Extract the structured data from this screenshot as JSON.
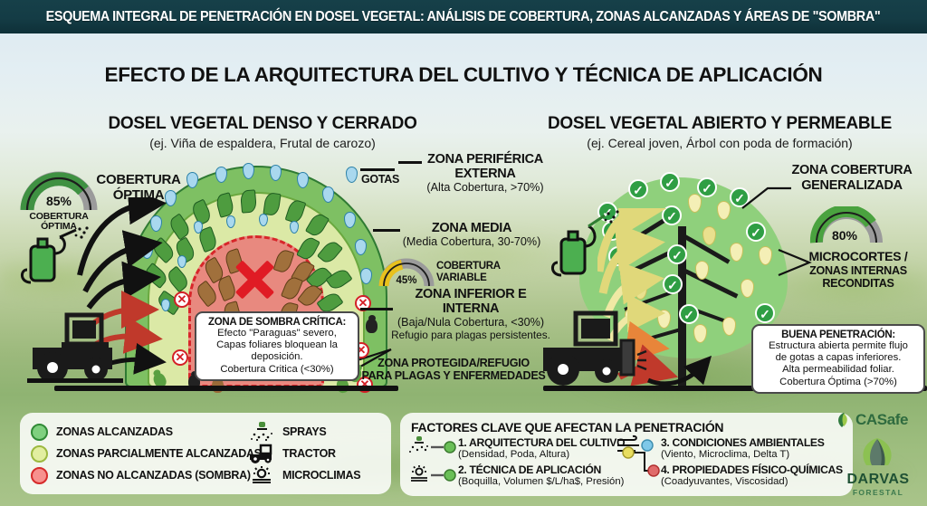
{
  "header": {
    "title": "ESQUEMA INTEGRAL DE PENETRACIÓN EN DOSEL VEGETAL: ANÁLISIS DE COBERTURA, ZONAS ALCANZADAS Y ÁREAS DE \"SOMBRA\""
  },
  "main_title": "EFECTO DE LA ARQUITECTURA DEL CULTIVO Y TÉCNICA DE APLICACIÓN",
  "left_panel": {
    "title": "DOSEL VEGETAL DENSO Y CERRADO",
    "subtitle": "(ej. Viña de espaldera, Frutal de carozo)",
    "coverage_label": "COBERTURA ÓPTIMA",
    "gauge": {
      "value": "85%",
      "caption_line1": "COBERTURA",
      "caption_line2": "ÓPTIMA",
      "percent": 85,
      "color": "#3f9142"
    },
    "drops_label": "GOTAS",
    "zones": [
      {
        "name": "ZONA PERIFÉRICA EXTERNA",
        "detail": "(Alta Cobertura, >70%)"
      },
      {
        "name": "ZONA MEDIA",
        "detail": "(Media Cobertura, 30-70%)"
      },
      {
        "name": "ZONA INFERIOR E INTERNA",
        "detail": "(Baja/Nula Cobertura, <30%)",
        "detail2": "Refugio para plagas persistentes."
      }
    ],
    "variable_gauge": {
      "value": "45%",
      "caption_line1": "COBERTURA",
      "caption_line2": "VARIABLE",
      "percent": 45,
      "color": "#e8c11c"
    },
    "shade_callout": {
      "title": "ZONA DE SOMBRA CRÍTICA:",
      "lines": [
        "Efecto \"Paraguas\" severo,",
        "Capas foliares bloquean la",
        "deposición.",
        "Cobertura Critica (<30%)"
      ]
    },
    "refuge_label_line1": "ZONA PROTEGIDA/REFUGIO",
    "refuge_label_line2": "PARA PLAGAS Y ENFERMEDADES"
  },
  "right_panel": {
    "title": "DOSEL VEGETAL ABIERTO Y PERMEABLE",
    "subtitle": "(ej. Cereal joven, Árbol con poda de formación)",
    "coverage_label_line1": "ZONA COBERTURA",
    "coverage_label_line2": "GENERALIZADA",
    "gauge": {
      "value": "80%",
      "percent": 80,
      "color": "#4aa23f"
    },
    "micro_label_line1": "MICROCORTES /",
    "micro_label_line2": "ZONAS INTERNAS",
    "micro_label_line3": "RECONDITAS",
    "penetration_callout": {
      "title": "BUENA PENETRACIÓN:",
      "lines": [
        "Estructura abierta permite flujo",
        "de gotas a capas inferiores.",
        "Alta permeabilidad foliar.",
        "Cobertura Óptima (>70%)"
      ]
    }
  },
  "legend": {
    "zones": [
      {
        "label": "ZONAS ALCANZADAS",
        "color": "#7fd07f",
        "border": "#2f8a35"
      },
      {
        "label": "ZONAS PARCIALMENTE ALCANZADAS",
        "color": "#e2eea0",
        "border": "#9cb93f"
      },
      {
        "label": "ZONAS NO ALCANZADAS (SOMBRA)",
        "color": "#f7918e",
        "border": "#d62b2b"
      }
    ],
    "icons": [
      {
        "label": "SPRAYS",
        "icon": "spray-icon"
      },
      {
        "label": "TRACTOR",
        "icon": "tractor-icon"
      },
      {
        "label": "MICROCLIMAS",
        "icon": "microclimate-icon"
      }
    ]
  },
  "factors": {
    "title": "FACTORES CLAVE QUE AFECTAN LA PENETRACIÓN",
    "items": [
      {
        "name": "1. ARQUITECTURA DEL CULTIVO",
        "detail": "(Densidad, Poda, Altura)",
        "icon": "spray-icon",
        "dot_color": "#6abf57"
      },
      {
        "name": "2. TÉCNICA DE APLICACIÓN",
        "detail": "(Boquilla, Volumen $/L/ha$, Presión)",
        "icon": "microclimate-icon",
        "dot_color": "#6abf57"
      },
      {
        "name": "3. CONDICIONES AMBIENTALES",
        "detail": "(Viento, Microclima, Delta T)",
        "icon": "wind-icon",
        "dot_color": "#7ec8e8"
      },
      {
        "name": "4. PROPIEDADES FÍSICO-QUÍMICAS",
        "detail": "(Coadyuvantes, Viscosidad)",
        "icon": "node-icon",
        "dot_color": "#e06a6a"
      }
    ]
  },
  "logos": {
    "casafe": "CASafe",
    "darvas": "DARVAS",
    "darvas_sub": "FORESTAL"
  }
}
